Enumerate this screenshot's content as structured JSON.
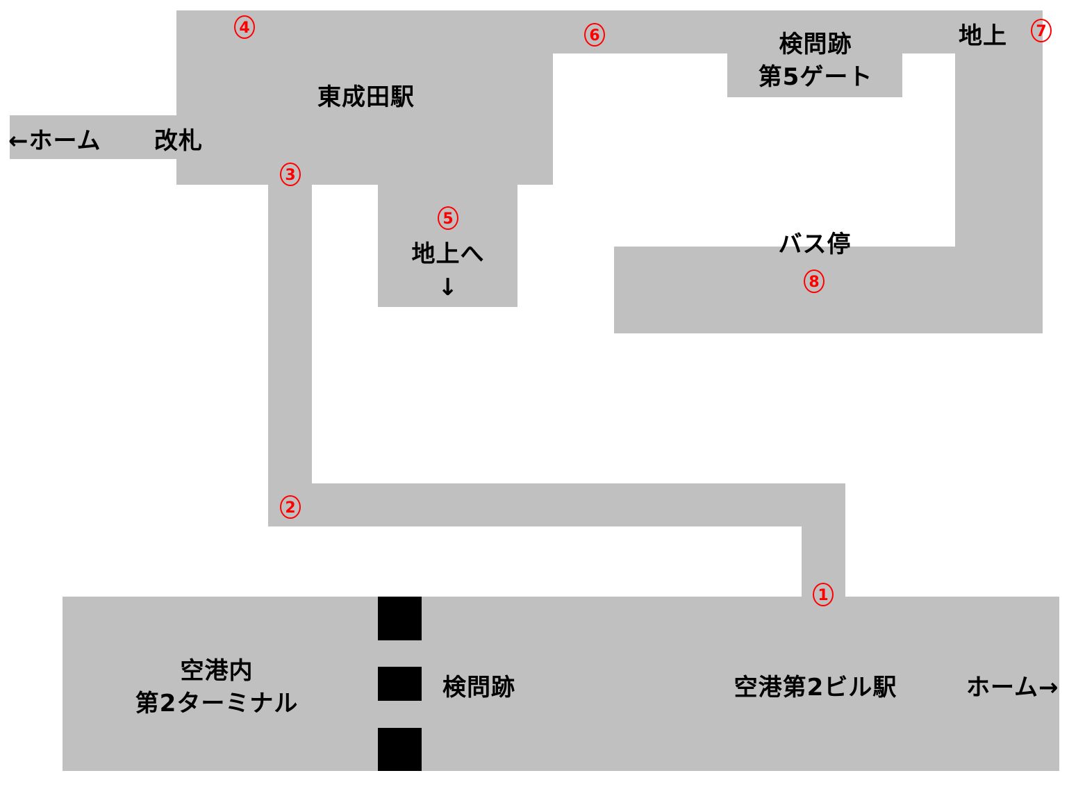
{
  "map": {
    "colors": {
      "corridor": "#c0c0c0",
      "gate_pillar": "#000000",
      "marker": "#ff0000",
      "text": "#000000",
      "background": "#ffffff"
    },
    "labels": {
      "higashi_narita_station": "東成田駅",
      "ticket_gate": "改札",
      "platform_left": "←ホーム",
      "checkpoint_gate5_line1": "検問跡",
      "checkpoint_gate5_line2": "第5ゲート",
      "ground_level": "地上",
      "to_ground_line1": "地上へ",
      "to_ground_arrow": "↓",
      "bus_stop": "バス停",
      "terminal2_line1": "空港内",
      "terminal2_line2": "第2ターミナル",
      "checkpoint": "検問跡",
      "airport_terminal2_station": "空港第2ビル駅",
      "platform_right": "ホーム→"
    },
    "markers": [
      {
        "id": "1",
        "text": "1"
      },
      {
        "id": "2",
        "text": "2"
      },
      {
        "id": "3",
        "text": "3"
      },
      {
        "id": "4",
        "text": "4"
      },
      {
        "id": "5",
        "text": "5"
      },
      {
        "id": "6",
        "text": "6"
      },
      {
        "id": "7",
        "text": "7"
      },
      {
        "id": "8",
        "text": "8"
      }
    ]
  }
}
